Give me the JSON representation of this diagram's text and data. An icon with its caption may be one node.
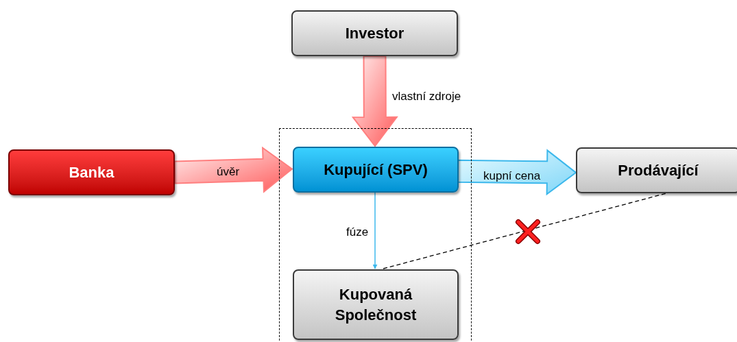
{
  "diagram": {
    "nodes": [
      {
        "text": [
          "Investor"
        ]
      },
      {
        "text": [],
        "shape": "box"
      },
      {
        "text": [
          "Banka"
        ]
      },
      {
        "text": [
          "Kupující (SPV)"
        ],
        "in": 1
      },
      {
        "text": [
          "Prodávající"
        ]
      },
      {
        "text": [
          "Kupovaná Společnost"
        ],
        "in": 1
      }
    ],
    "edges": [
      {
        "from": 0,
        "to": 3,
        "arrow": "to",
        "label": "vlastní zdroje",
        "style": "thick",
        "color": "#ff7f7f"
      },
      {
        "from": 2,
        "to": 3,
        "arrow": "to",
        "label": "úvěr",
        "style": "thick",
        "color": "#ff7f7f"
      },
      {
        "from": 3,
        "to": 4,
        "arrow": "to",
        "label": "kupní cena",
        "style": "thick",
        "color": "#3cb8ec"
      },
      {
        "from": 3,
        "to": 5,
        "arrow": "to",
        "label": "fúze",
        "color": "#3cb8ec"
      },
      {
        "from": 5,
        "to": 4,
        "arrow": "none",
        "style": "dashed",
        "color": "#000000"
      }
    ]
  }
}
